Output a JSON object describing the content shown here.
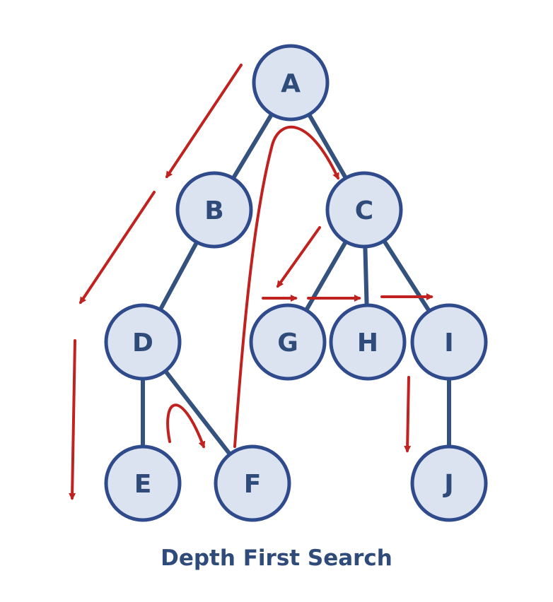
{
  "caption": "Depth First Search",
  "colors": {
    "node_fill": "#dbe3f1",
    "node_stroke": "#2f4b8c",
    "edge": "#34527e",
    "label": "#2f4b7a",
    "arrow": "#c0221f",
    "caption": "#2f4b7a"
  },
  "nodes": [
    {
      "id": "A",
      "label": "A"
    },
    {
      "id": "B",
      "label": "B"
    },
    {
      "id": "C",
      "label": "C"
    },
    {
      "id": "D",
      "label": "D"
    },
    {
      "id": "E",
      "label": "E"
    },
    {
      "id": "F",
      "label": "F"
    },
    {
      "id": "G",
      "label": "G"
    },
    {
      "id": "H",
      "label": "H"
    },
    {
      "id": "I",
      "label": "I"
    },
    {
      "id": "J",
      "label": "J"
    }
  ],
  "edges": [
    {
      "from": "A",
      "to": "B"
    },
    {
      "from": "A",
      "to": "C"
    },
    {
      "from": "B",
      "to": "D"
    },
    {
      "from": "D",
      "to": "E"
    },
    {
      "from": "D",
      "to": "F"
    },
    {
      "from": "C",
      "to": "G"
    },
    {
      "from": "C",
      "to": "H"
    },
    {
      "from": "C",
      "to": "I"
    },
    {
      "from": "I",
      "to": "J"
    }
  ]
}
